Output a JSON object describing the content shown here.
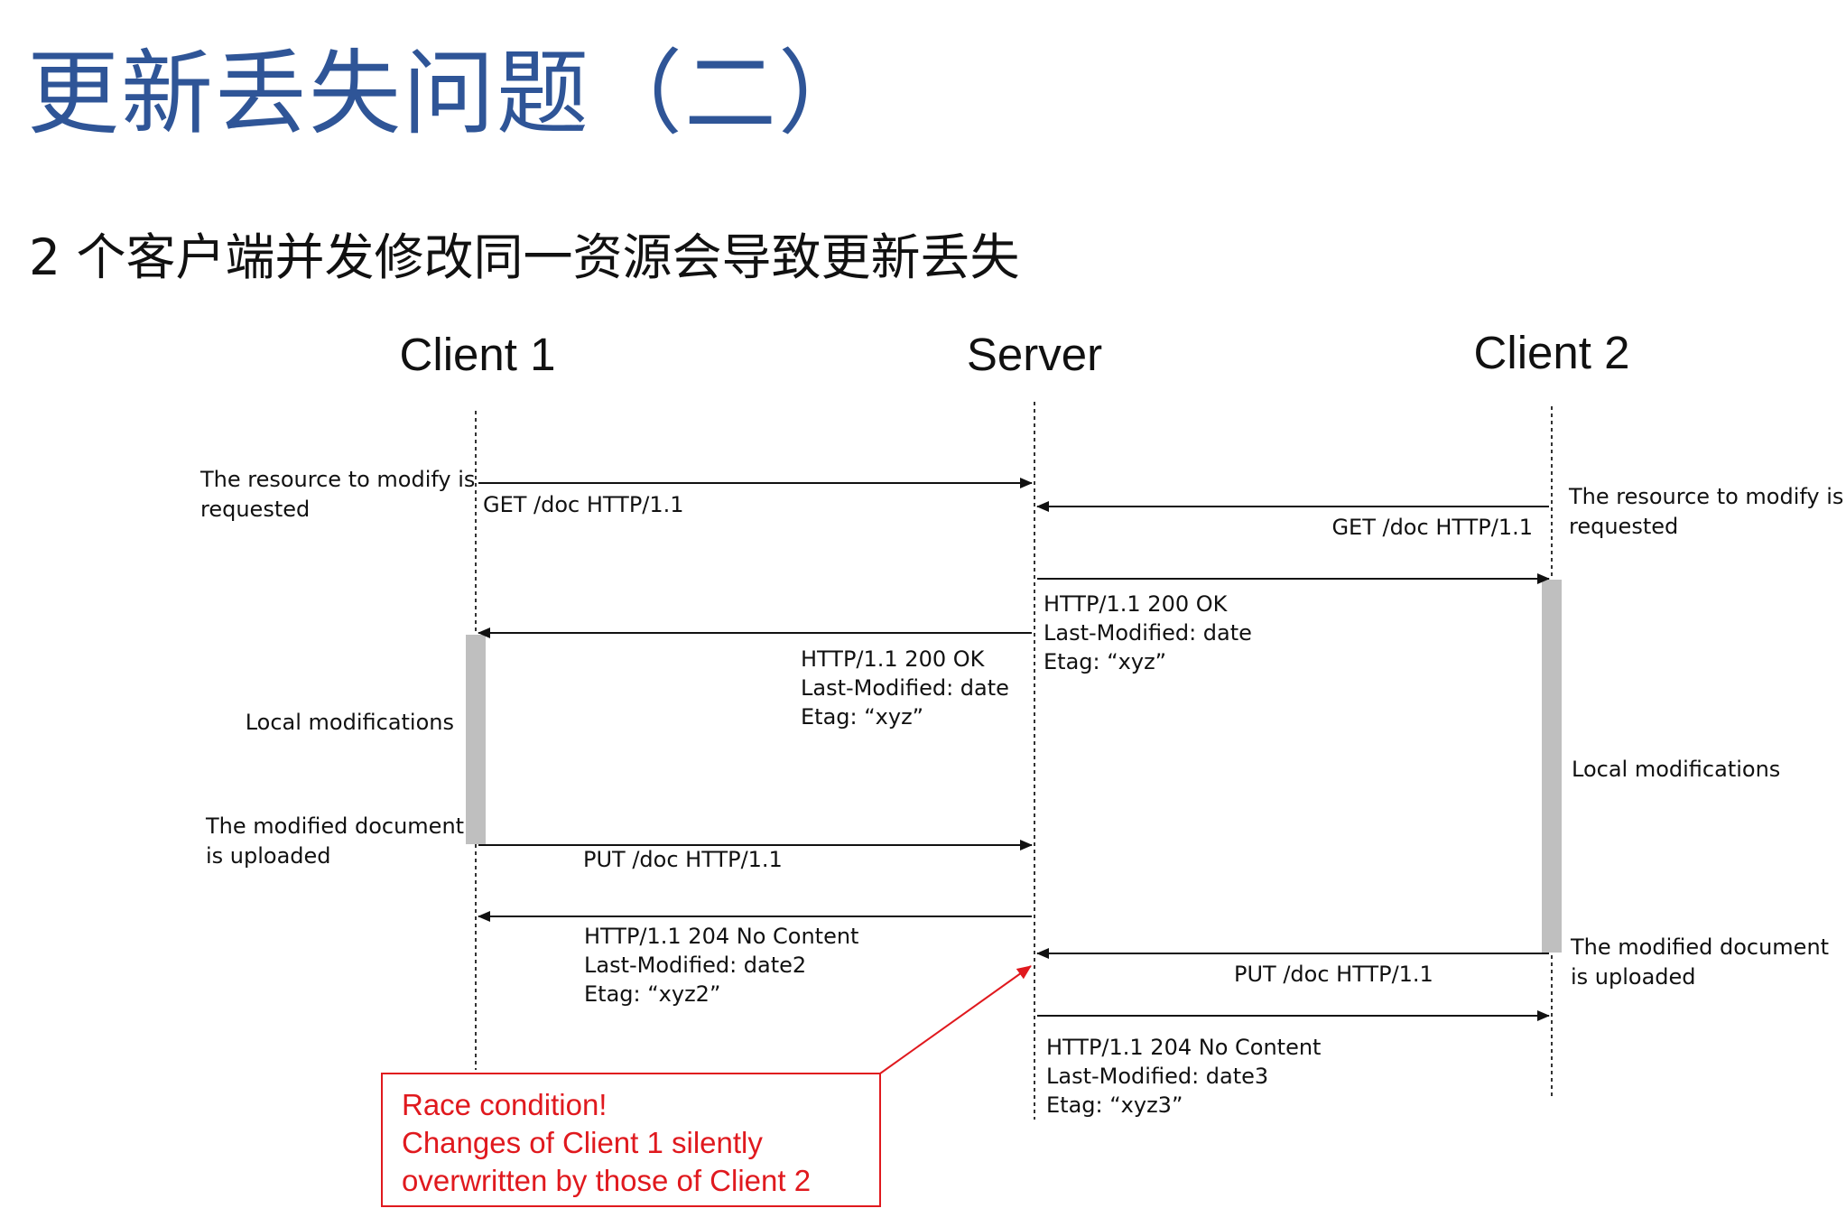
{
  "title": "更新丢失问题（二）",
  "subtitle": "2 个客户端并发修改同一资源会导致更新丢失",
  "colors": {
    "title": "#2f5597",
    "race": "#e0191e",
    "activation": "#bfbfbf"
  },
  "participants": {
    "client1": "Client 1",
    "server": "Server",
    "client2": "Client 2"
  },
  "notes": {
    "c1_request": [
      "The resource to modify is",
      "requested"
    ],
    "c2_request": [
      "The resource to modify is",
      "requested"
    ],
    "c1_local": "Local modifications",
    "c2_local": "Local modifications",
    "c1_upload": [
      "The modified document",
      "is uploaded"
    ],
    "c2_upload": [
      "The modified document",
      "is uploaded"
    ]
  },
  "messages": {
    "c1_get": "GET   /doc  HTTP/1.1",
    "c2_get": "GET   /doc  HTTP/1.1",
    "resp_c2": [
      "HTTP/1.1   200  OK",
      "Last-Modified:  date",
      "Etag:    “xyz”"
    ],
    "resp_c1": [
      "HTTP/1.1   200  OK",
      "Last-Modified:  date",
      "Etag:    “xyz”"
    ],
    "c1_put": "PUT   /doc  HTTP/1.1",
    "resp_c1_put": [
      "HTTP/1.1   204  No  Content",
      "Last-Modified:  date2",
      "Etag:    “xyz2”"
    ],
    "c2_put": "PUT   /doc  HTTP/1.1",
    "resp_c2_put": [
      "HTTP/1.1   204  No  Content",
      "Last-Modified:  date3",
      "Etag:    “xyz3”"
    ]
  },
  "race": [
    "Race condition!",
    "Changes of Client 1 silently",
    "overwritten by those of Client 2"
  ]
}
